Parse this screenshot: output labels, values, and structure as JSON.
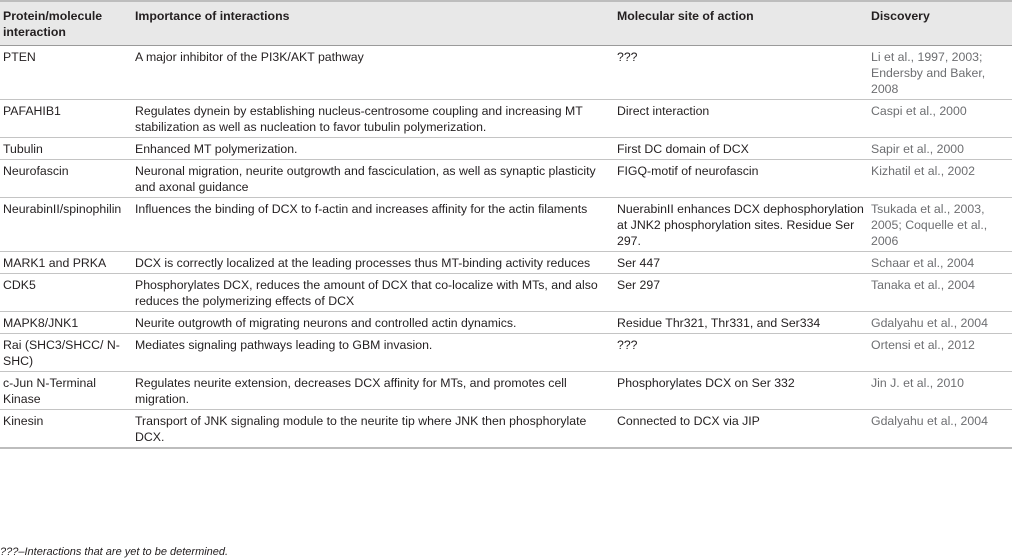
{
  "table": {
    "headers": [
      "Protein/molecule interaction",
      "Importance of interactions",
      "Molecular site of action",
      "Discovery"
    ],
    "rows": [
      [
        "PTEN",
        "A major inhibitor of the PI3K/AKT pathway",
        "???",
        "Li et al., 1997, 2003; Endersby and Baker, 2008"
      ],
      [
        "PAFAHIB1",
        "Regulates dynein by establishing nucleus-centrosome coupling and increasing MT stabilization as well as nucleation to favor tubulin polymerization.",
        "Direct interaction",
        "Caspi et al., 2000"
      ],
      [
        "Tubulin",
        "Enhanced MT polymerization.",
        "First DC domain of DCX",
        "Sapir et al., 2000"
      ],
      [
        "Neurofascin",
        "Neuronal migration, neurite outgrowth and fasciculation, as well as synaptic plasticity and axonal guidance",
        "FIGQ-motif of neurofascin",
        "Kizhatil et al., 2002"
      ],
      [
        "NeurabinII/spinophilin",
        "Influences the binding of DCX to f-actin and increases affinity for the actin filaments",
        "NuerabinII enhances DCX dephosphorylation at JNK2 phosphorylation sites. Residue Ser 297.",
        "Tsukada et al., 2003, 2005; Coquelle et al., 2006"
      ],
      [
        "MARK1 and PRKA",
        "DCX is correctly localized at the leading processes thus MT-binding activity reduces",
        "Ser 447",
        "Schaar et al., 2004"
      ],
      [
        "CDK5",
        "Phosphorylates DCX, reduces the amount of DCX that co-localize with MTs, and also reduces the polymerizing effects of DCX",
        "Ser 297",
        "Tanaka et al., 2004"
      ],
      [
        "MAPK8/JNK1",
        "Neurite outgrowth of migrating neurons and controlled actin dynamics.",
        "Residue Thr321, Thr331, and Ser334",
        "Gdalyahu et al., 2004"
      ],
      [
        "Rai (SHC3/SHCC/ N-SHC)",
        "Mediates signaling pathways leading to GBM invasion.",
        "???",
        "Ortensi et al., 2012"
      ],
      [
        "c-Jun N-Terminal Kinase",
        "Regulates neurite extension, decreases DCX affinity for MTs, and promotes cell migration.",
        "Phosphorylates DCX on Ser 332",
        "Jin J. et al., 2010"
      ],
      [
        "Kinesin",
        "Transport of JNK signaling module to the neurite tip where JNK then phosphorylate DCX.",
        "Connected to DCX via JIP",
        "Gdalyahu et al., 2004"
      ]
    ]
  },
  "footnote": "???–Interactions that are yet to be determined."
}
